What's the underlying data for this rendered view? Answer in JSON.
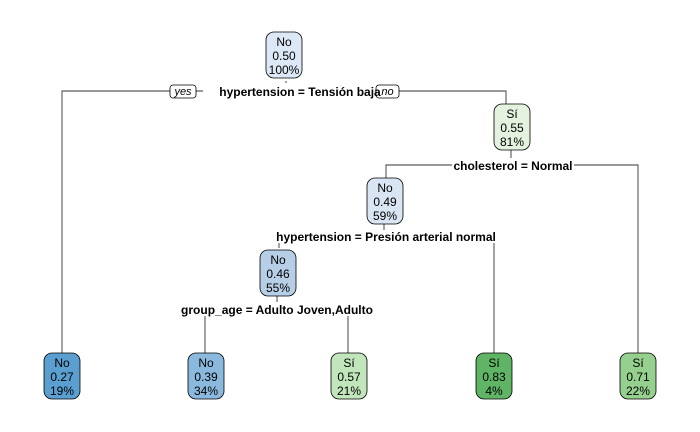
{
  "branch_labels": {
    "yes": "yes",
    "no": "no"
  },
  "splits": {
    "root": "hypertension = Tensión baja",
    "n2": "cholesterol = Normal",
    "n3": "hypertension = Presión arterial normal",
    "n4": "group_age = Adulto Joven,Adulto"
  },
  "nodes": {
    "root": {
      "class": "No",
      "prob": "0.50",
      "pct": "100%",
      "fill": "#dde8f6"
    },
    "n2": {
      "class": "Sí",
      "prob": "0.55",
      "pct": "81%",
      "fill": "#e3f3df"
    },
    "n3": {
      "class": "No",
      "prob": "0.49",
      "pct": "59%",
      "fill": "#d9e5f3"
    },
    "n4": {
      "class": "No",
      "prob": "0.46",
      "pct": "55%",
      "fill": "#b7cfe6"
    },
    "leaf1": {
      "class": "No",
      "prob": "0.27",
      "pct": "19%",
      "fill": "#5a9fd0"
    },
    "leaf2": {
      "class": "No",
      "prob": "0.39",
      "pct": "34%",
      "fill": "#8ab9dd"
    },
    "leaf3": {
      "class": "Sí",
      "prob": "0.57",
      "pct": "21%",
      "fill": "#c2e6bb"
    },
    "leaf4": {
      "class": "Sí",
      "prob": "0.83",
      "pct": "4%",
      "fill": "#5fb565"
    },
    "leaf5": {
      "class": "Sí",
      "prob": "0.71",
      "pct": "22%",
      "fill": "#95d08e"
    }
  }
}
